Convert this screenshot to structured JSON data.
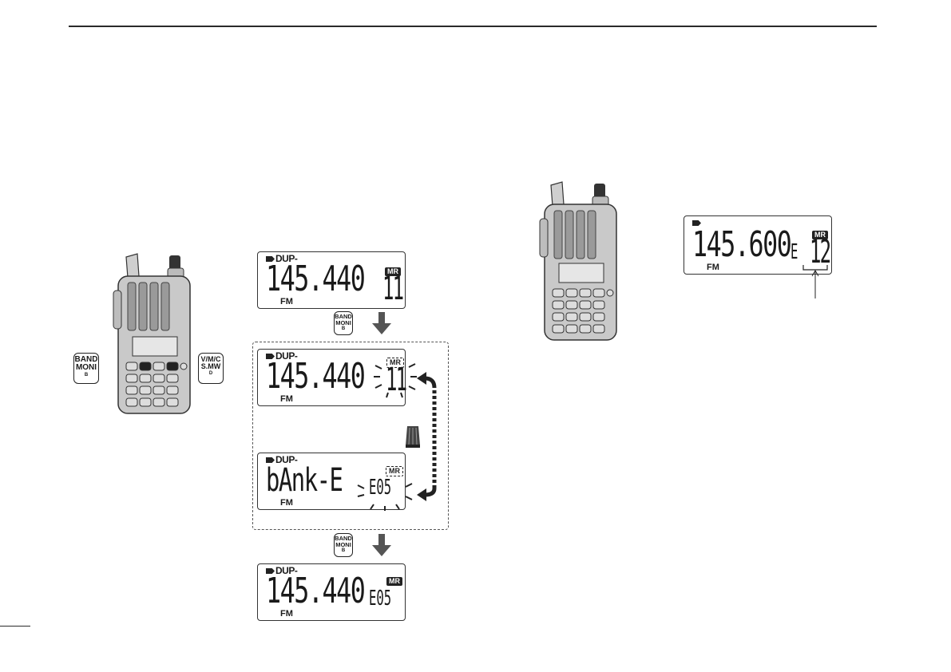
{
  "keys": {
    "band_moni": {
      "line1": "BAND",
      "line2": "MONI",
      "line3": "B"
    },
    "vmc_smw": {
      "line1": "V/M/C",
      "line2": "S.MW",
      "line3": "D"
    }
  },
  "lcd1": {
    "indicator": "DUP-",
    "frequency": "145.440",
    "mode": "FM",
    "badge": "MR",
    "channel": "11"
  },
  "lcd2": {
    "indicator": "DUP-",
    "frequency": "145.440",
    "mode": "FM",
    "badge": "MR",
    "channel": "11"
  },
  "lcd3": {
    "indicator": "DUP-",
    "text": "bAnk-E",
    "mode": "FM",
    "badge": "MR",
    "channel": "E05"
  },
  "lcd4": {
    "indicator": "DUP-",
    "frequency": "145.440",
    "mode": "FM",
    "badge": "MR",
    "channel": "E05"
  },
  "lcd5": {
    "frequency": "145.600",
    "bank": "E",
    "mode": "FM",
    "badge": "MR",
    "channel": "12"
  },
  "icons": [
    "radio-transceiver",
    "dial-knob",
    "arrow-down",
    "blink-marks"
  ]
}
